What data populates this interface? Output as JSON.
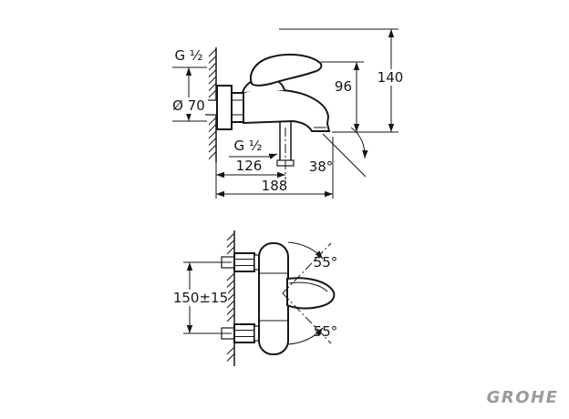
{
  "brand": "GROHE",
  "top_view": {
    "thread_top": "G ¹⁄₂",
    "escutcheon_dia": "Ø 70",
    "height_spout_to_lever": "96",
    "height_total": "140",
    "thread_bottom": "G ¹⁄₂",
    "depth_to_outlet": "126",
    "spout_angle": "38°",
    "depth_total": "188"
  },
  "front_view": {
    "connection_spacing": "150±15",
    "swing_up": "55°",
    "swing_down": "55°"
  },
  "colors": {
    "line": "#161616",
    "brand_gray": "#9b9b9b"
  }
}
